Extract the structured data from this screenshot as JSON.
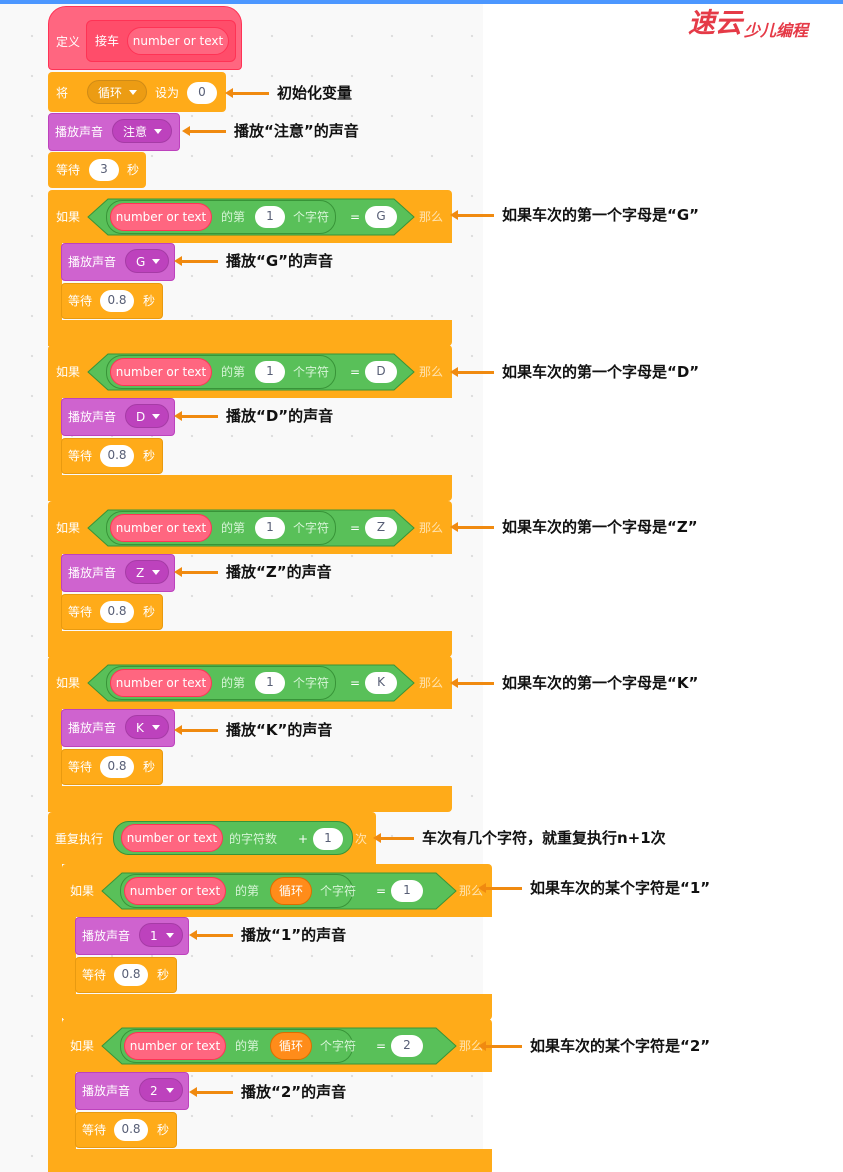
{
  "blocks": {
    "define": {
      "label": "定义",
      "name": "接车",
      "param": "number or text"
    },
    "set_var": {
      "label": "将",
      "var": "循环",
      "to": "设为",
      "value": "0"
    },
    "play_notice": {
      "label": "播放声音",
      "sound": "注意"
    },
    "wait_main": {
      "label": "等待",
      "value": "3",
      "unit": "秒"
    },
    "if_label": "如果",
    "then_label": "那么",
    "of_label": "的第",
    "char_label": "个字符",
    "eq": "=",
    "param": "number or text",
    "play_label": "播放声音",
    "wait_label": "等待",
    "wait_value": "0.8",
    "sec": "秒",
    "conditions": [
      {
        "index": "1",
        "value": "G",
        "sound": "G"
      },
      {
        "index": "1",
        "value": "D",
        "sound": "D"
      },
      {
        "index": "1",
        "value": "Z",
        "sound": "Z"
      },
      {
        "index": "1",
        "value": "K",
        "sound": "K"
      }
    ],
    "repeat": {
      "label": "重复执行",
      "length_of": "的字符数",
      "plus": "+",
      "add": "1",
      "times": "次"
    },
    "inner": [
      {
        "var": "循环",
        "value": "1",
        "sound": "1"
      },
      {
        "var": "循环",
        "value": "2",
        "sound": "2"
      }
    ]
  },
  "notes": {
    "init": "初始化变量",
    "notice": "播放“注意”的声音",
    "cond_g": "如果车次的第一个字母是“G”",
    "play_g": "播放“G”的声音",
    "cond_d": "如果车次的第一个字母是“D”",
    "play_d": "播放“D”的声音",
    "cond_z": "如果车次的第一个字母是“Z”",
    "play_z": "播放“Z”的声音",
    "cond_k": "如果车次的第一个字母是“K”",
    "play_k": "播放“K”的声音",
    "repeat": "车次有几个字符，就重复执行n+1次",
    "cond_1": "如果车次的某个字符是“1”",
    "play_1": "播放“1”的声音",
    "cond_2": "如果车次的某个字符是“2”",
    "play_2": "播放“2”的声音"
  },
  "colors": {
    "event": "#ff6680",
    "control": "#ffab19",
    "sound": "#cf63cf",
    "operator": "#59c059",
    "variable": "#ff8c1a",
    "arrow": "#f08a10",
    "logo": "#e53a47"
  },
  "logo": {
    "main": "速云",
    "sub": "少儿编程"
  }
}
